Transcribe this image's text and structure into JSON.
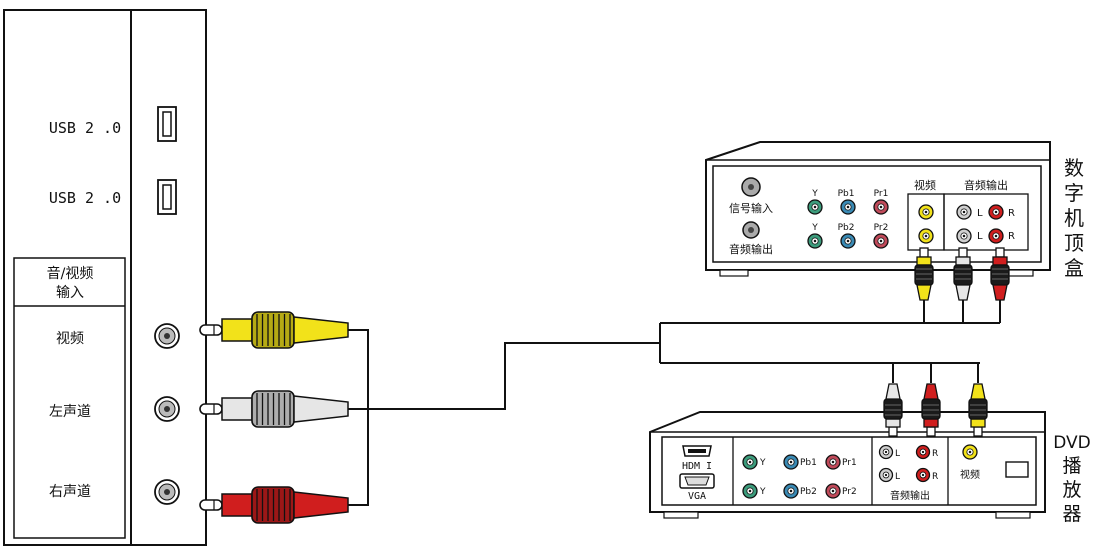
{
  "colors": {
    "yellow": "#f2e21a",
    "white": "#e6e6e6",
    "red": "#d01e1e",
    "green_jack": "#3c9c7c",
    "blue_jack": "#3a8ab4",
    "red_jack": "#c04a5a",
    "line": "#111111"
  },
  "tv_panel": {
    "usb_label_1": "USB 2 .0",
    "usb_label_2": "USB 2 .0",
    "av_input_label_line1": "音/视频",
    "av_input_label_line2": "输入",
    "video_label": "视频",
    "left_channel_label": "左声道",
    "right_channel_label": "右声道"
  },
  "set_top_box": {
    "title_chars": [
      "数",
      "字",
      "机",
      "顶",
      "盒"
    ],
    "signal_input_label": "信号输入",
    "audio_output_left_label": "音频输出",
    "y1_label": "Y",
    "pb1_label": "Pb1",
    "pr1_label": "Pr1",
    "y2_label": "Y",
    "pb2_label": "Pb2",
    "pr2_label": "Pr2",
    "video_section_label": "视频",
    "audio_out_section_label": "音频输出",
    "l_label": "L",
    "r_label": "R"
  },
  "dvd_player": {
    "title_line1": "DVD",
    "title_chars": [
      "播",
      "放",
      "器"
    ],
    "hdmi_label": "HDM I",
    "vga_label": "VGA",
    "y1_label": "Y",
    "pb1_label": "Pb1",
    "pr1_label": "Pr1",
    "y2_label": "Y",
    "pb2_label": "Pb2",
    "pr2_label": "Pr2",
    "l_label": "L",
    "r_label": "R",
    "video_label": "视频",
    "audio_out_label": "音频输出"
  }
}
